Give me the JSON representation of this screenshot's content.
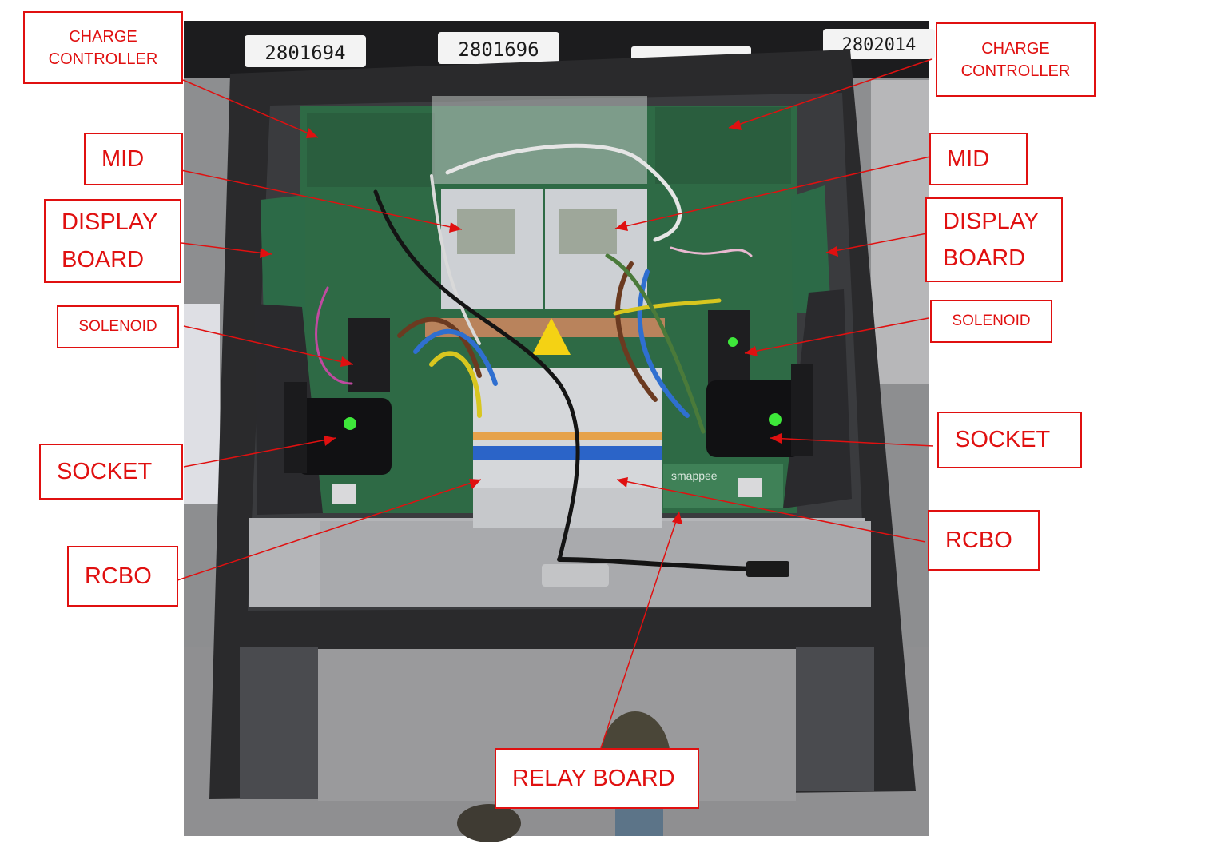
{
  "photo": {
    "meter_labels": [
      "2801694",
      "2801696",
      "2802014"
    ],
    "brand_text": "smappee"
  },
  "callouts": {
    "charge_controller_left": [
      "CHARGE",
      "CONTROLLER"
    ],
    "charge_controller_right": [
      "CHARGE",
      "CONTROLLER"
    ],
    "mid_left": [
      "MID"
    ],
    "mid_right": [
      "MID"
    ],
    "display_board_left": [
      "DISPLAY",
      "BOARD"
    ],
    "display_board_right": [
      "DISPLAY",
      "BOARD"
    ],
    "solenoid_left": [
      "SOLENOID"
    ],
    "solenoid_right": [
      "SOLENOID"
    ],
    "socket_left": [
      "SOCKET"
    ],
    "socket_right": [
      "SOCKET"
    ],
    "rcbo_left": [
      "RCBO"
    ],
    "rcbo_right": [
      "RCBO"
    ],
    "relay_board": [
      "RELAY BOARD"
    ]
  },
  "colors": {
    "label": "#e01010",
    "pcb": "#2e6a45",
    "frame": "#2a2a2c",
    "status_led": "#3ee83a"
  }
}
